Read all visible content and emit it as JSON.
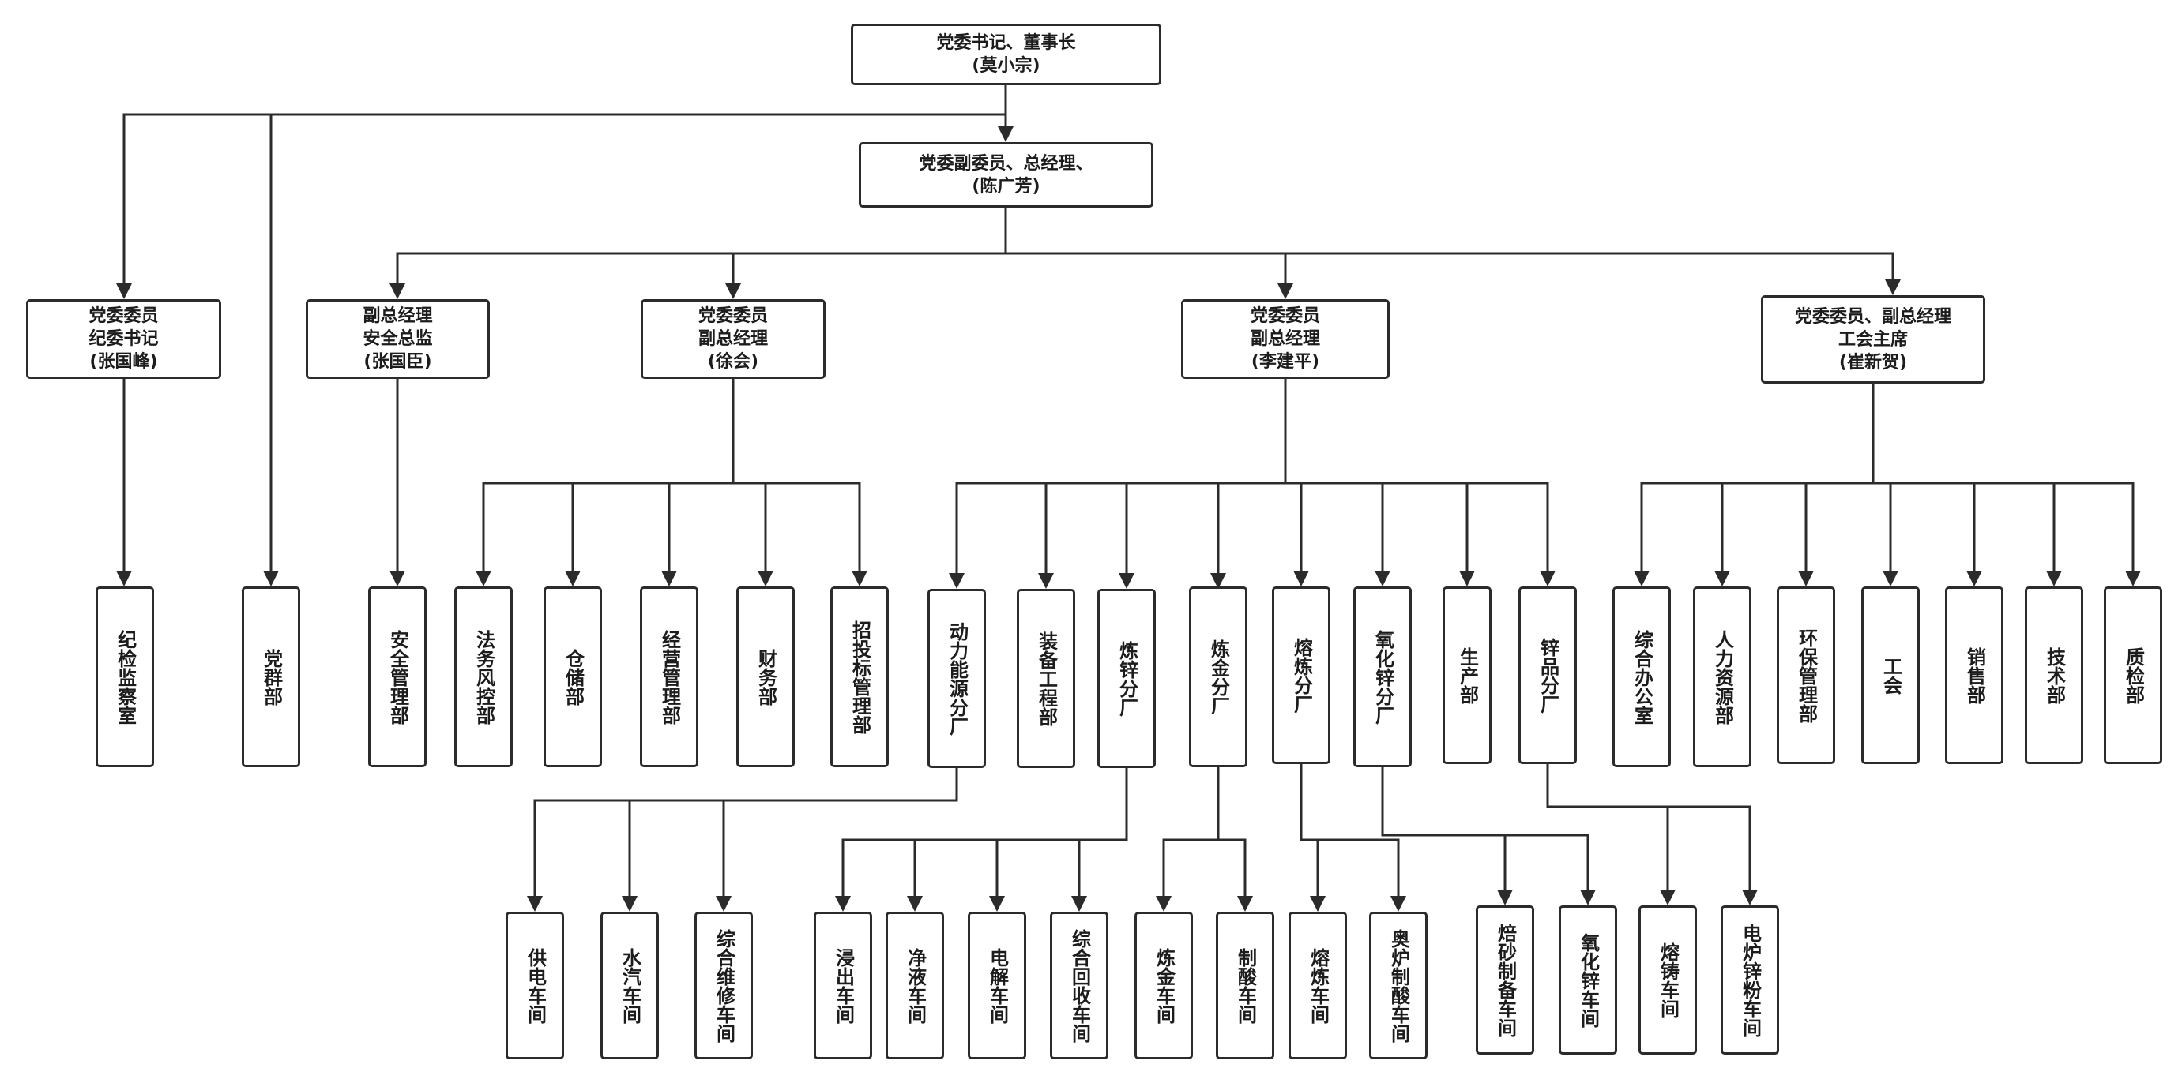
{
  "colors": {
    "stroke": "#2b2b2b",
    "text": "#1c1c1c",
    "background": "#ffffff"
  },
  "nodes": {
    "root": [
      "党委书记、董事长",
      "(莫小宗)"
    ],
    "gm": [
      "党委副委员、总经理、",
      "(陈广芳)"
    ],
    "zhang_gf": [
      "党委委员",
      "纪委书记",
      "(张国峰)"
    ],
    "zhang_gc": [
      "副总经理",
      "安全总监",
      "(张国臣)"
    ],
    "xu": [
      "党委委员",
      "副总经理",
      "(徐会)"
    ],
    "li": [
      "党委委员",
      "副总经理",
      "(李建平)"
    ],
    "cui": [
      "党委委员、副总经理",
      "工会主席",
      "(崔新贺)"
    ],
    "jjjcs": "纪检监察室",
    "dqb": "党群部",
    "aqglb": "安全管理部",
    "fwfkb": "法务风控部",
    "ccb": "仓储部",
    "jyglb": "经营管理部",
    "cwb": "财务部",
    "ztbglb": "招投标管理部",
    "dlny": "动力能源分厂",
    "zbgcb": "装备工程部",
    "lxfc": "炼锌分厂",
    "ljfc": "炼金分厂",
    "rlfc": "熔炼分厂",
    "yhxfc": "氧化锌分厂",
    "scb": "生产部",
    "xpfc": "锌品分厂",
    "zhbgs": "综合办公室",
    "rlzyb": "人力资源部",
    "hbglb": "环保管理部",
    "gh": "工会",
    "xsb": "销售部",
    "jsb": "技术部",
    "zjb": "质检部",
    "gdcj": "供电车间",
    "sqcj": "水汽车间",
    "zhwxcj": "综合维修车间",
    "jccj": "浸出车间",
    "jycj": "净液车间",
    "djcj": "电解车间",
    "zhhscj": "综合回收车间",
    "ljcj": "炼金车间",
    "zscj": "制酸车间",
    "rlcj": "熔炼车间",
    "alzscj": "奥炉制酸车间",
    "bszbcj": "焙砂制备车间",
    "yhxcj": "氧化锌车间",
    "rzcj": "熔铸车间",
    "dlxfcj": "电炉锌粉车间"
  }
}
